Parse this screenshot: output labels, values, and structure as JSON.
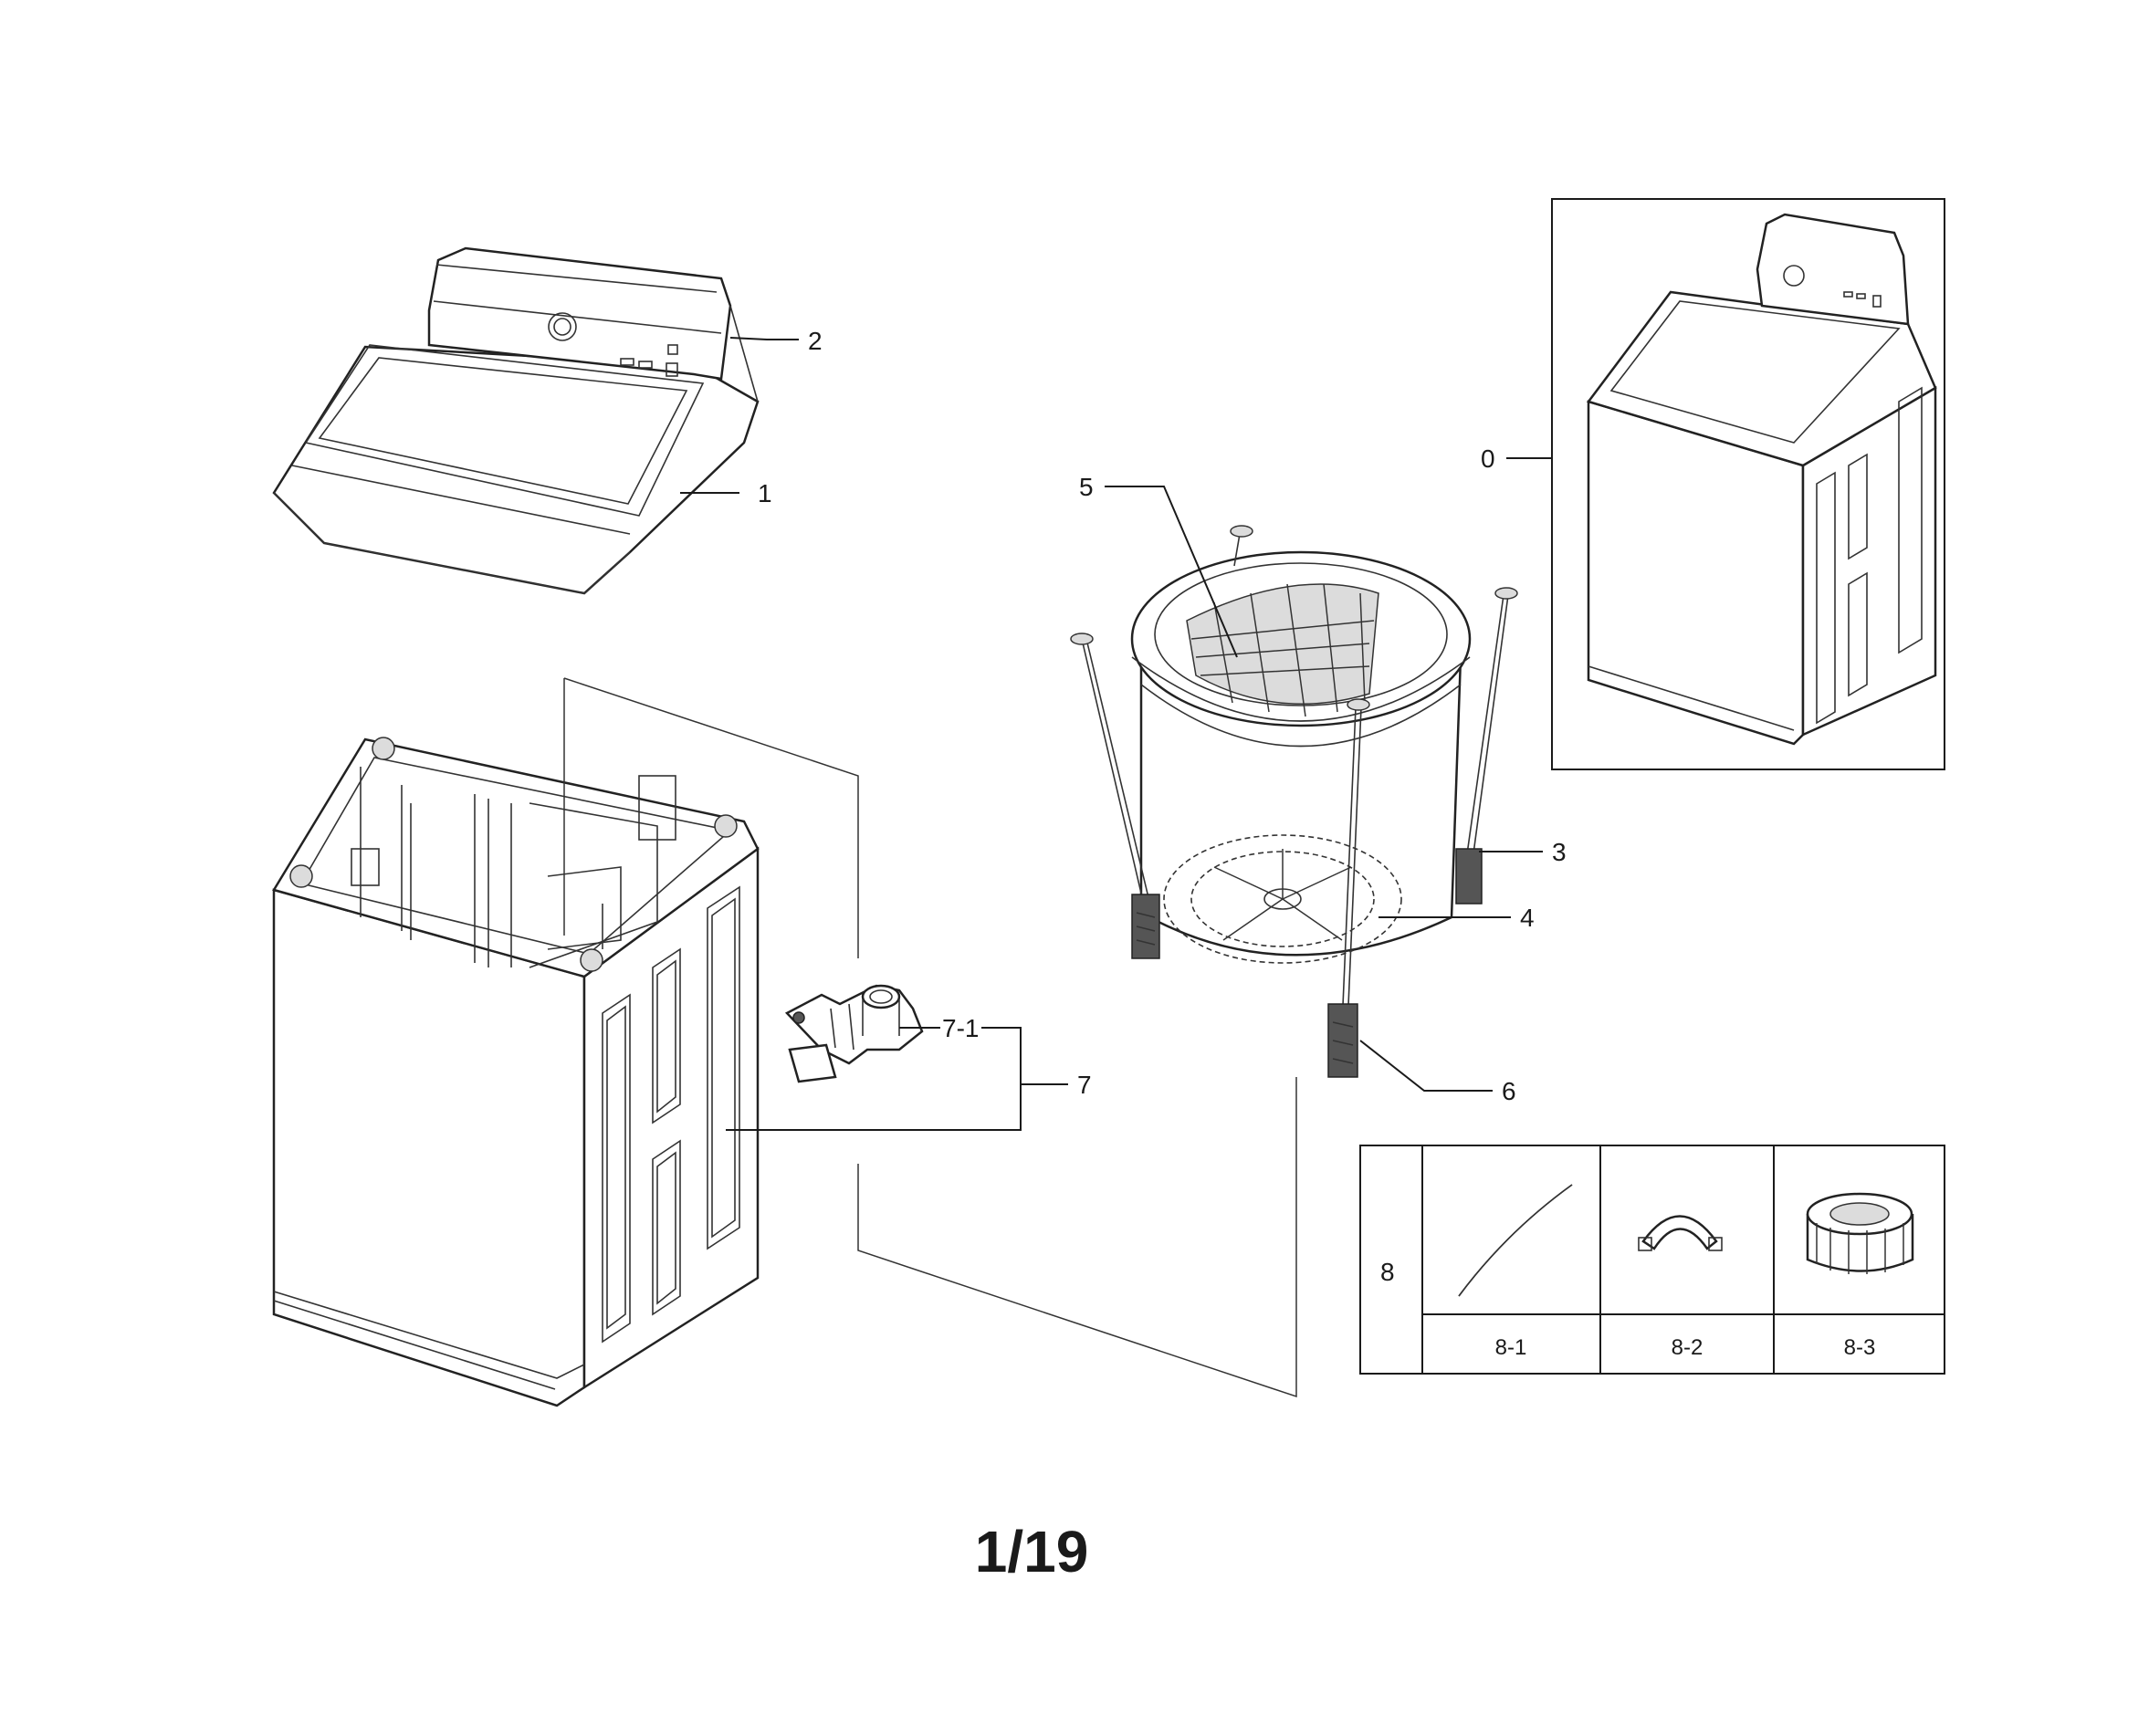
{
  "callouts": {
    "c0": "0",
    "c1": "1",
    "c2": "2",
    "c3": "3",
    "c4": "4",
    "c5": "5",
    "c6": "6",
    "c7": "7",
    "c7_1": "7-1",
    "c8": "8"
  },
  "accessory_table": {
    "cells": [
      "8-1",
      "8-2",
      "8-3"
    ]
  },
  "page_number": "1/19"
}
